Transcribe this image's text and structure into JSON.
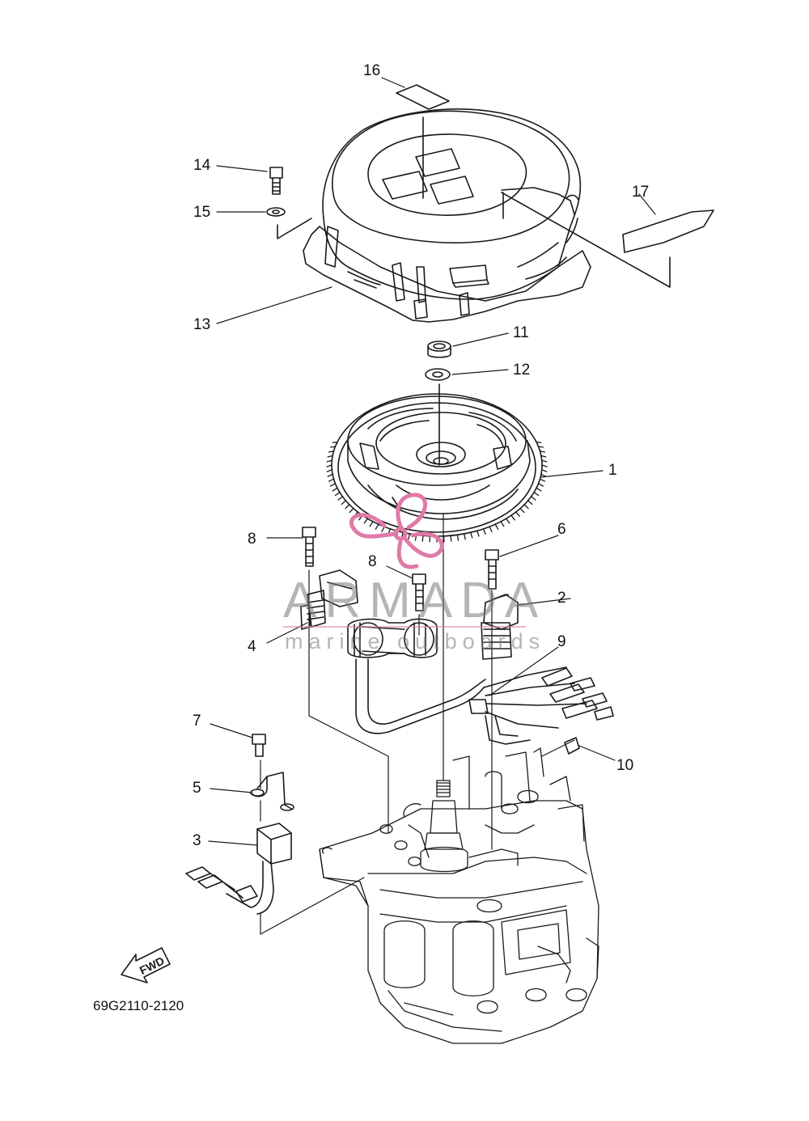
{
  "diagram": {
    "drawing_code": "69G2110-2120",
    "fwd_label": "FWD",
    "watermark": {
      "name": "ARMADA",
      "subtitle": "marine outboards"
    },
    "parts": [
      {
        "id": "p1",
        "label": "1"
      },
      {
        "id": "p2",
        "label": "2"
      },
      {
        "id": "p3",
        "label": "3"
      },
      {
        "id": "p4",
        "label": "4"
      },
      {
        "id": "p5",
        "label": "5"
      },
      {
        "id": "p6",
        "label": "6"
      },
      {
        "id": "p7",
        "label": "7"
      },
      {
        "id": "p8a",
        "label": "8"
      },
      {
        "id": "p8b",
        "label": "8"
      },
      {
        "id": "p9",
        "label": "9"
      },
      {
        "id": "p10",
        "label": "10"
      },
      {
        "id": "p11",
        "label": "11"
      },
      {
        "id": "p12",
        "label": "12"
      },
      {
        "id": "p13",
        "label": "13"
      },
      {
        "id": "p14",
        "label": "14"
      },
      {
        "id": "p15",
        "label": "15"
      },
      {
        "id": "p16",
        "label": "16"
      },
      {
        "id": "p17",
        "label": "17"
      }
    ],
    "colors": {
      "line": "#1a1a1a",
      "watermark_pink": "#e07aa8",
      "watermark_gray": "#8a8a8a"
    }
  }
}
